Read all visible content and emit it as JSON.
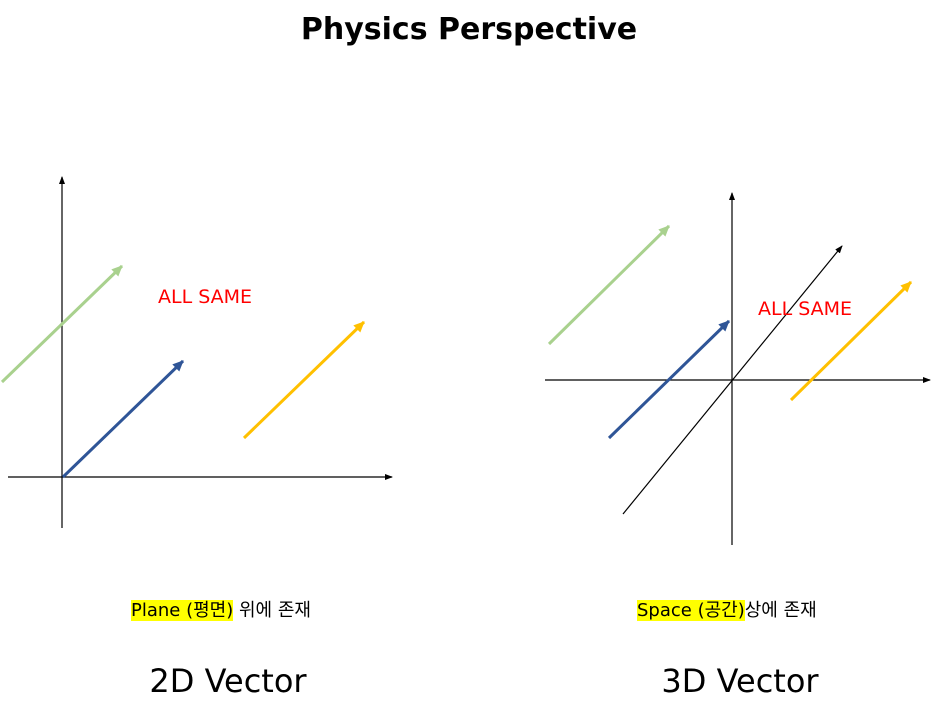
{
  "title": "Physics Perspective",
  "colors": {
    "green": "#a9d18e",
    "blue": "#2f5597",
    "yellow": "#ffc000",
    "red": "#ff0000",
    "highlight": "#ffff00",
    "axis": "#000000"
  },
  "left_panel": {
    "label": "ALL SAME",
    "caption_highlight": "Plane (평면)",
    "caption_rest": " 위에 존재",
    "vector_title": "2D Vector"
  },
  "right_panel": {
    "label": "ALL SAME",
    "caption_highlight": "Space (공간)",
    "caption_rest": "상에 존재",
    "vector_title": "3D Vector"
  }
}
